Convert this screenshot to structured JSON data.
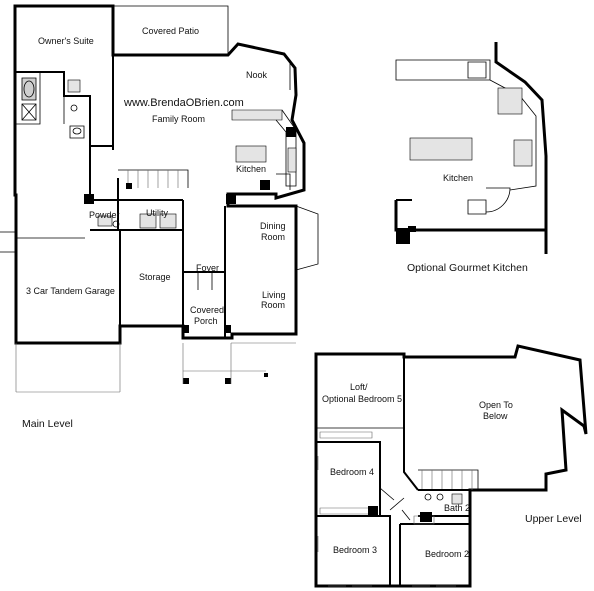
{
  "watermark": "www.BrendaOBrien.com",
  "sections": {
    "main_level": "Main Level",
    "upper_level": "Upper Level",
    "gourmet_kitchen": "Optional Gourmet Kitchen"
  },
  "rooms": {
    "owners_suite": "Owner's Suite",
    "covered_patio": "Covered Patio",
    "nook": "Nook",
    "family_room": "Family Room",
    "kitchen": "Kitchen",
    "dining_room_1": "Dining",
    "dining_room_2": "Room",
    "powder": "Powder",
    "utility": "Utility",
    "storage": "Storage",
    "garage": "3 Car Tandem Garage",
    "foyer": "Foyer",
    "covered_porch_1": "Covered",
    "covered_porch_2": "Porch",
    "living_room_1": "Living",
    "living_room_2": "Room",
    "gourmet_kitchen_label": "Kitchen",
    "loft_1": "Loft/",
    "loft_2": "Optional Bedroom 5",
    "open_to_below_1": "Open To",
    "open_to_below_2": "Below",
    "bedroom_4": "Bedroom 4",
    "bath_2": "Bath 2",
    "bedroom_3": "Bedroom 3",
    "bedroom_2": "Bedroom 2"
  }
}
